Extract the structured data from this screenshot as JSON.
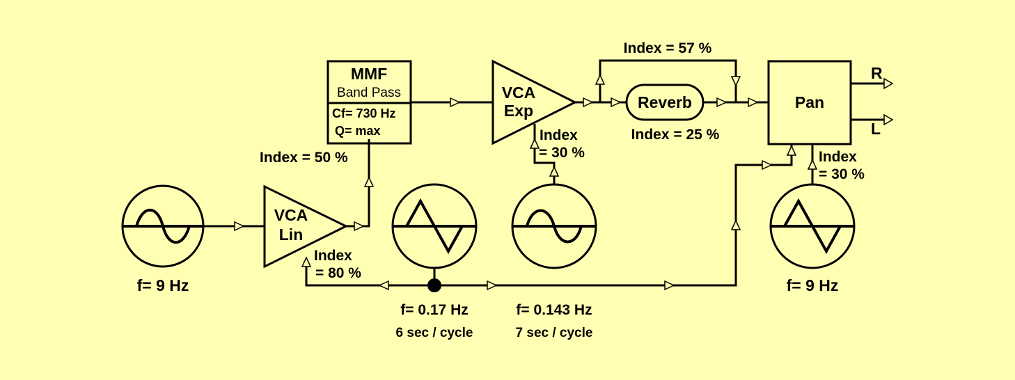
{
  "osc_left": {
    "freq": "f= 9 Hz"
  },
  "vca_lin": {
    "line1": "VCA",
    "line2": "Lin",
    "index_label": "Index",
    "index_value": "= 80 %"
  },
  "mmf": {
    "title": "MMF",
    "mode": "Band Pass",
    "cf": "Cf= 730 Hz",
    "q": "Q= max",
    "index": "Index = 50 %"
  },
  "tri_mid": {
    "freq": "f= 0.17 Hz",
    "period": "6 sec / cycle"
  },
  "lfo2": {
    "freq": "f= 0.143 Hz",
    "period": "7 sec / cycle"
  },
  "vca_exp": {
    "line1": "VCA",
    "line2": "Exp",
    "index_label": "Index",
    "index_value": "= 30 %"
  },
  "reverb": {
    "label": "Reverb",
    "index": "Index = 25 %",
    "bypass_index": "Index = 57 %"
  },
  "pan": {
    "label": "Pan",
    "index_label": "Index",
    "index_value": "= 30 %",
    "out_r": "R",
    "out_l": "L"
  },
  "tri_right": {
    "freq": "f= 9 Hz"
  }
}
